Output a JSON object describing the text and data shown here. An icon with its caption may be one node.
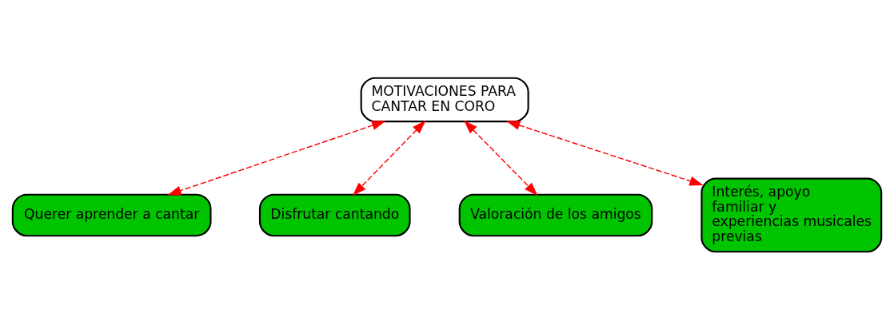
{
  "diagram": {
    "nodes": [
      {
        "text": [
          "Querer aprender a cantar"
        ]
      },
      {
        "text": [
          "MOTIVACIONES PARA CANTAR EN CORO"
        ]
      },
      {
        "text": [
          "Disfrutar cantando"
        ]
      },
      {
        "text": [
          "Valoración de los amigos"
        ]
      },
      {
        "text": [
          "Interés, apoyo familiar y experiencias musicales previas"
        ]
      }
    ],
    "edges": [
      {
        "from": 1,
        "to": 0,
        "arrow": "both",
        "style": "dashed"
      },
      {
        "from": 1,
        "to": 2,
        "arrow": "both",
        "style": "dashed"
      },
      {
        "from": 1,
        "to": 3,
        "arrow": "both",
        "style": "dashed"
      },
      {
        "from": 1,
        "to": 4,
        "arrow": "both",
        "style": "dashed"
      }
    ]
  }
}
